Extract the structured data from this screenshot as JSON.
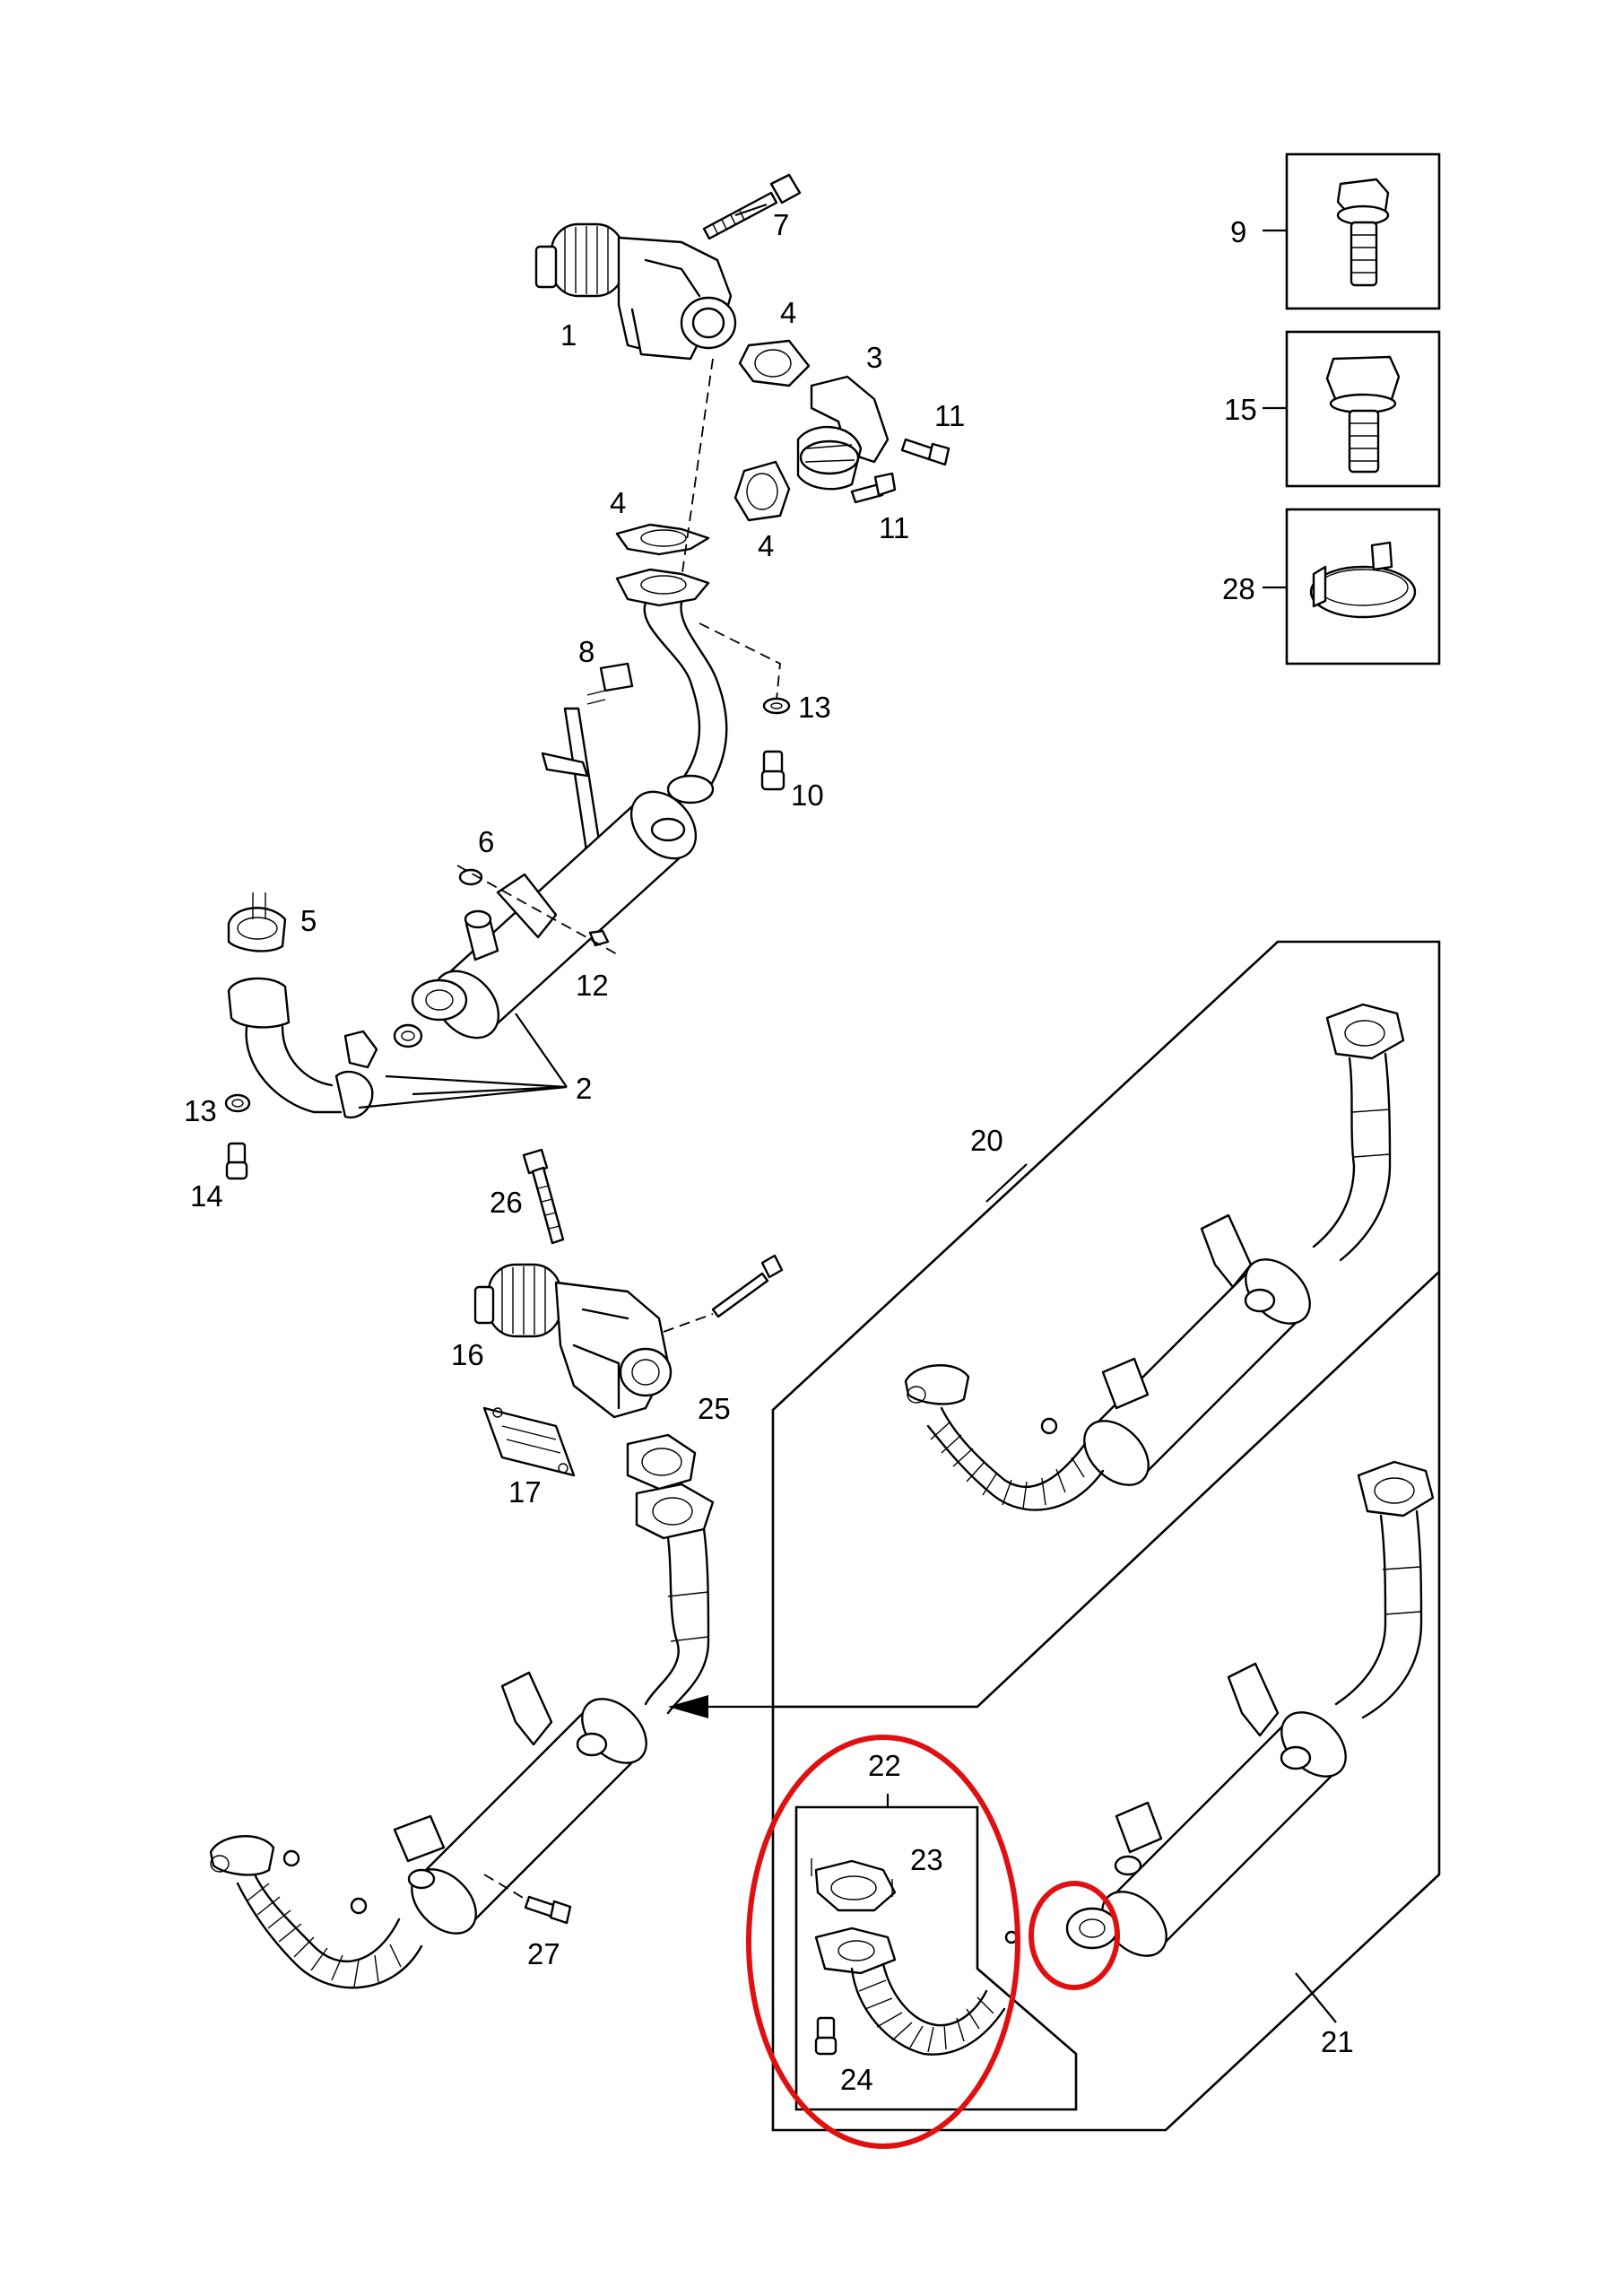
{
  "callouts": {
    "c1": "1",
    "c2": "2",
    "c3": "3",
    "c4a": "4",
    "c4b": "4",
    "c4c": "4",
    "c5": "5",
    "c6": "6",
    "c7": "7",
    "c8": "8",
    "c9": "9",
    "c10": "10",
    "c11a": "11",
    "c11b": "11",
    "c12": "12",
    "c13a": "13",
    "c13b": "13",
    "c14": "14",
    "c15": "15",
    "c16": "16",
    "c17": "17",
    "c20": "20",
    "c21": "21",
    "c22": "22",
    "c23": "23",
    "c24": "24",
    "c25": "25",
    "c26": "26",
    "c27": "27",
    "c28": "28"
  },
  "colors": {
    "line": "#000000",
    "highlight": "#e01010",
    "background": "#ffffff"
  }
}
